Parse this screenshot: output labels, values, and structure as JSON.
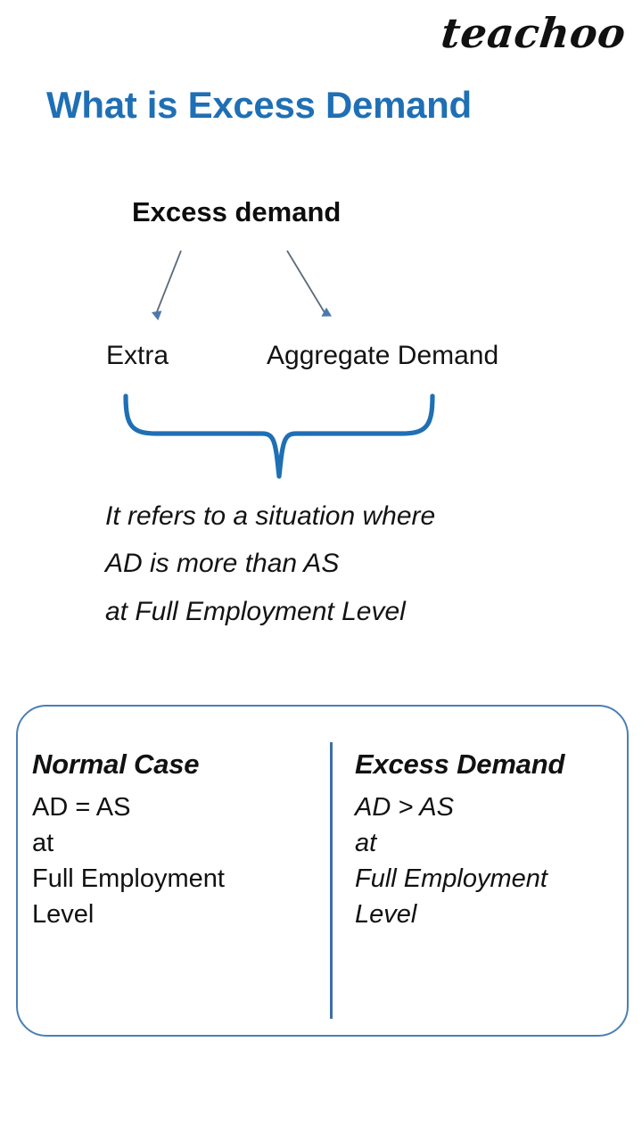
{
  "brand": {
    "name": "teachoo"
  },
  "header": {
    "title": "What is Excess Demand"
  },
  "tree": {
    "root_label": "Excess demand",
    "left_label": "Extra",
    "right_label": "Aggregate Demand",
    "arrow_left_name": "arrow-down-left",
    "arrow_right_name": "arrow-down-right",
    "brace_name": "curly-brace-up"
  },
  "definition": {
    "line1": "It refers to a situation where",
    "line2": "AD is more than AS",
    "line3": "at Full Employment Level"
  },
  "comparison": {
    "columns": [
      {
        "heading": "Normal Case",
        "lines": [
          "AD = AS",
          "at",
          "Full Employment",
          "Level"
        ]
      },
      {
        "heading": "Excess Demand",
        "lines": [
          "AD > AS",
          "at",
          "Full Employment",
          "Level"
        ]
      }
    ]
  },
  "colors": {
    "title_blue": "#1f6fb5",
    "brace_blue": "#1f6fb5",
    "arrow_blue": "#4a79ad",
    "box_border": "#4a7fb5",
    "divider": "#3d6fa8",
    "text_black": "#111111",
    "background": "#ffffff"
  }
}
